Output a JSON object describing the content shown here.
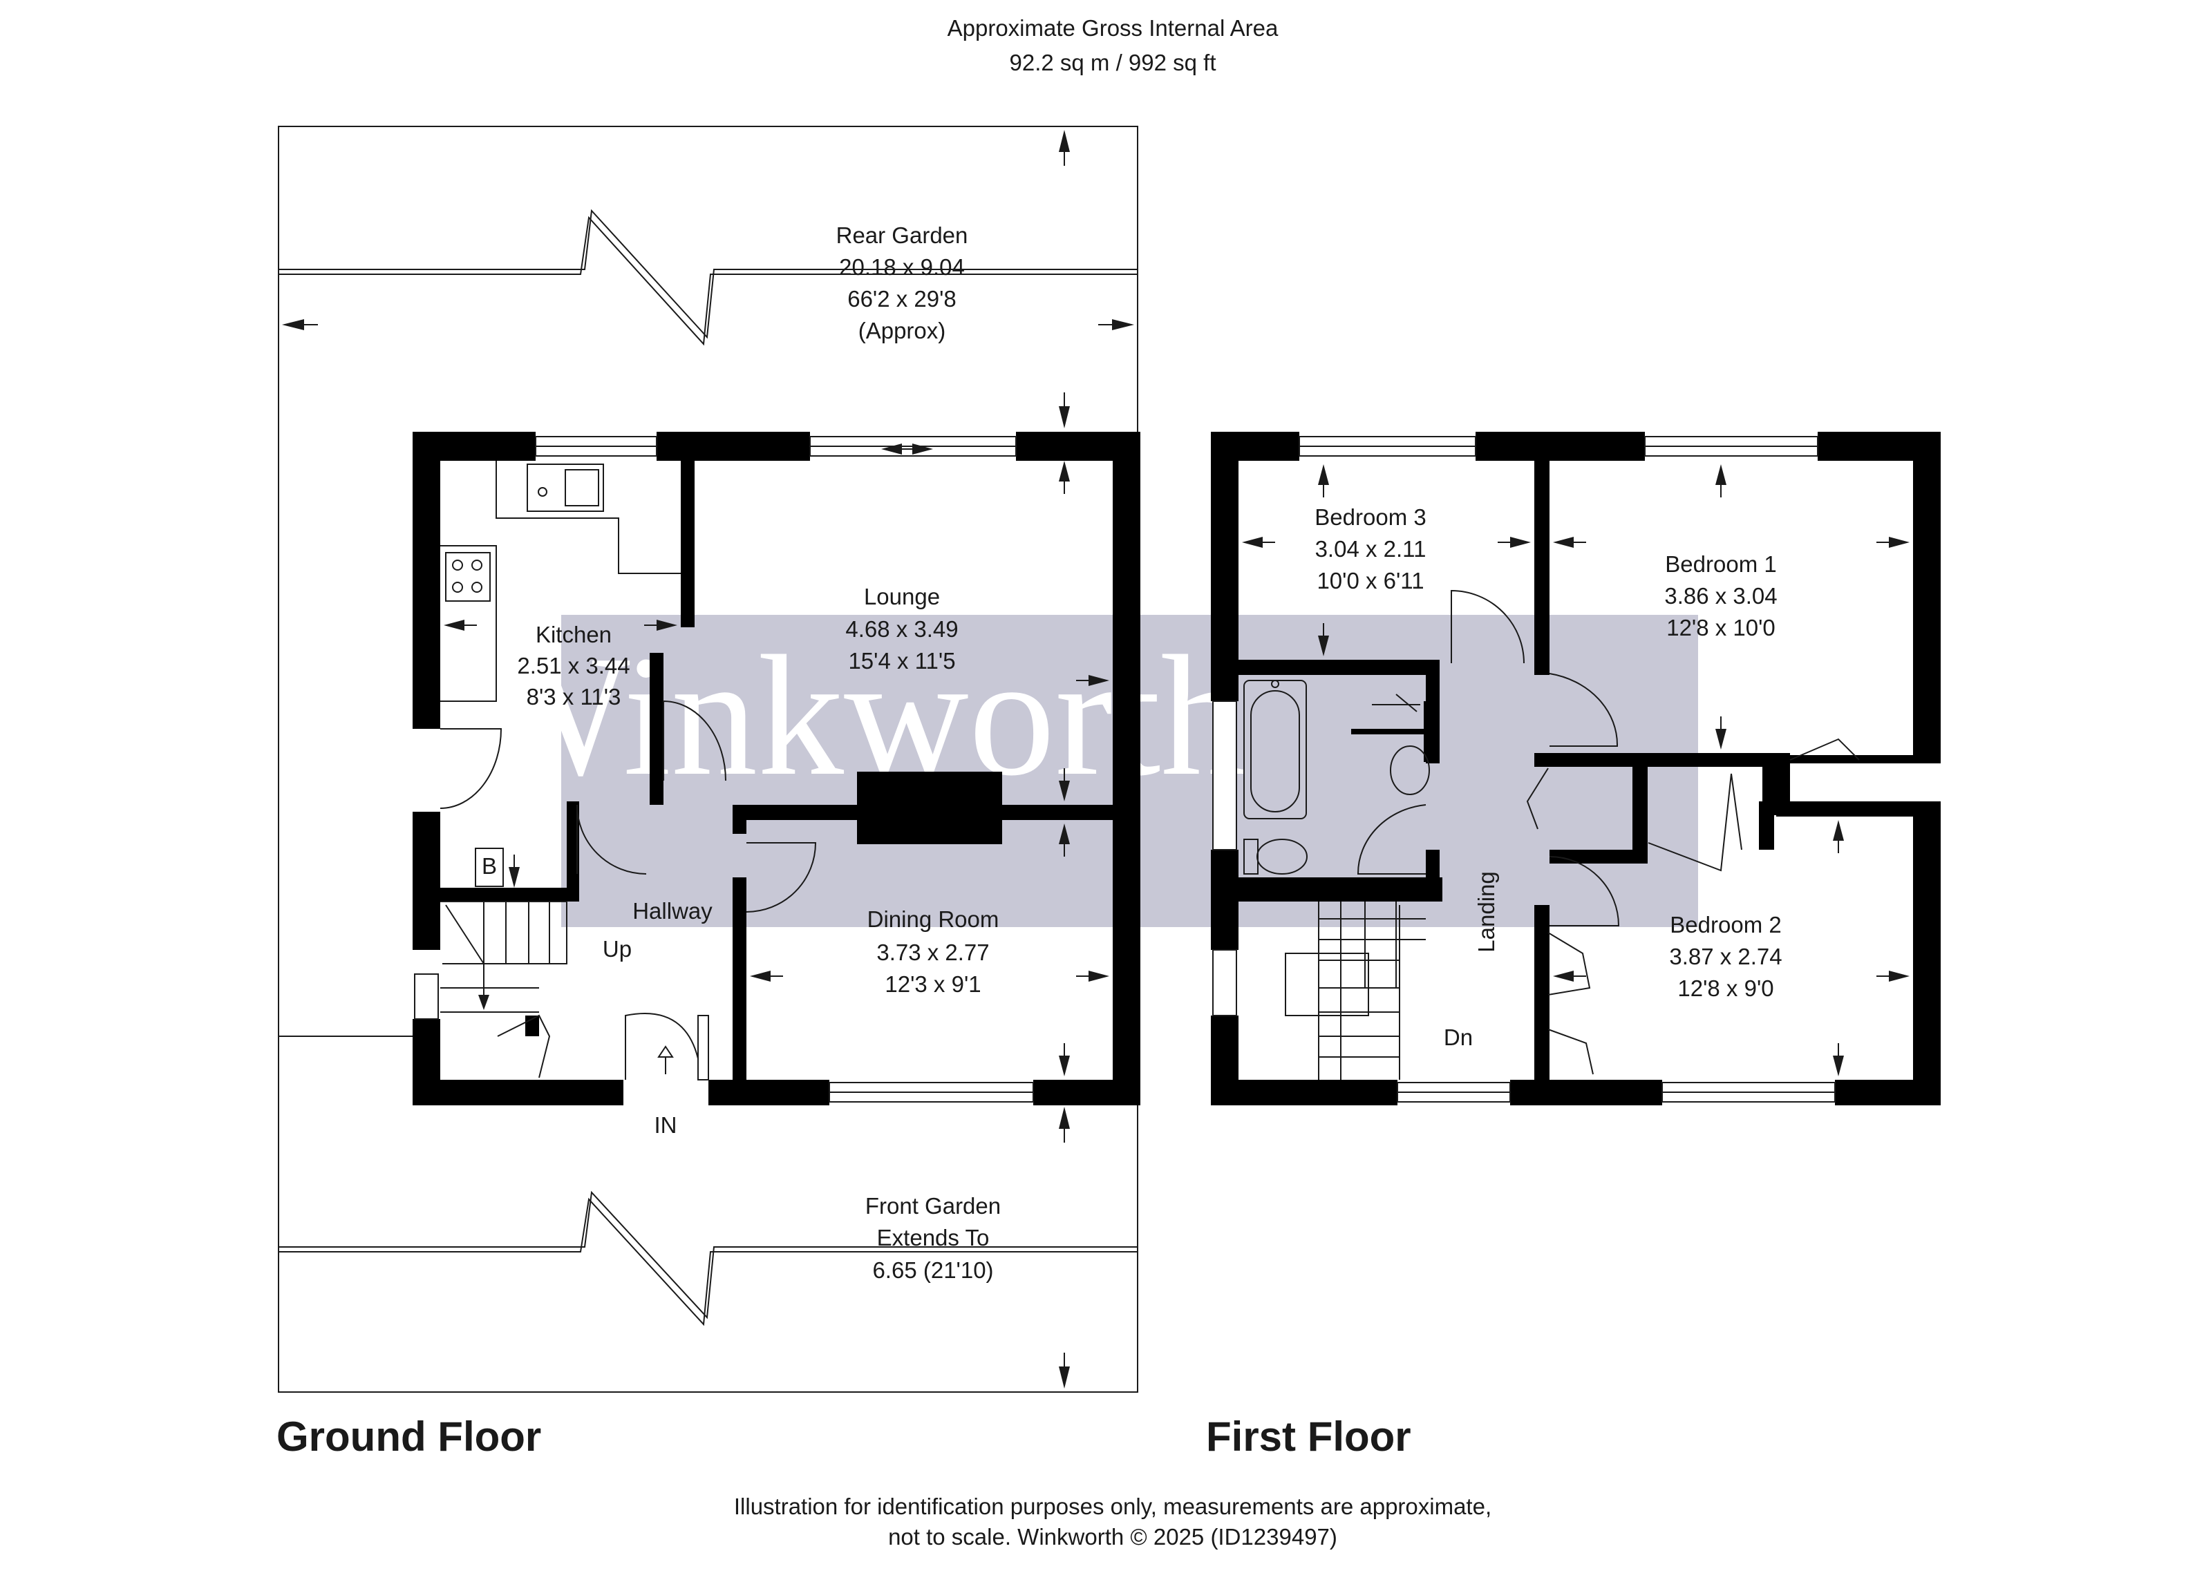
{
  "header": {
    "line1": "Approximate Gross Internal Area",
    "line2": "92.2 sq m / 992 sq ft"
  },
  "watermark": "Winkworth",
  "rooms": {
    "rear_garden": {
      "name": "Rear Garden",
      "dims_m": "20.18 x 9.04",
      "dims_ft": "66'2 x 29'8",
      "note": "(Approx)"
    },
    "front_garden": {
      "name": "Front Garden",
      "line2": "Extends To",
      "line3": "6.65 (21'10)"
    },
    "kitchen": {
      "name": "Kitchen",
      "dims_m": "2.51 x 3.44",
      "dims_ft": "8'3 x 11'3"
    },
    "lounge": {
      "name": "Lounge",
      "dims_m": "4.68 x 3.49",
      "dims_ft": "15'4 x 11'5"
    },
    "dining_room": {
      "name": "Dining Room",
      "dims_m": "3.73 x 2.77",
      "dims_ft": "12'3 x 9'1"
    },
    "hallway": {
      "name": "Hallway"
    },
    "bedroom3": {
      "name": "Bedroom 3",
      "dims_m": "3.04 x 2.11",
      "dims_ft": "10'0 x 6'11"
    },
    "bedroom1": {
      "name": "Bedroom 1",
      "dims_m": "3.86 x 3.04",
      "dims_ft": "12'8 x 10'0"
    },
    "bedroom2": {
      "name": "Bedroom 2",
      "dims_m": "3.87 x 2.74",
      "dims_ft": "12'8 x 9'0"
    },
    "landing": {
      "name": "Landing"
    }
  },
  "markers": {
    "up": "Up",
    "down": "Dn",
    "entrance": "IN",
    "boiler": "B"
  },
  "floors": {
    "ground": "Ground Floor",
    "first": "First Floor"
  },
  "footer": {
    "line1": "Illustration for identification purposes only, measurements are approximate,",
    "line2": "not to scale. Winkworth © 2025 (ID1239497)"
  },
  "colors": {
    "watermark_band": "#c8c8d6",
    "wall": "#000000",
    "line": "#1a1a1a"
  }
}
